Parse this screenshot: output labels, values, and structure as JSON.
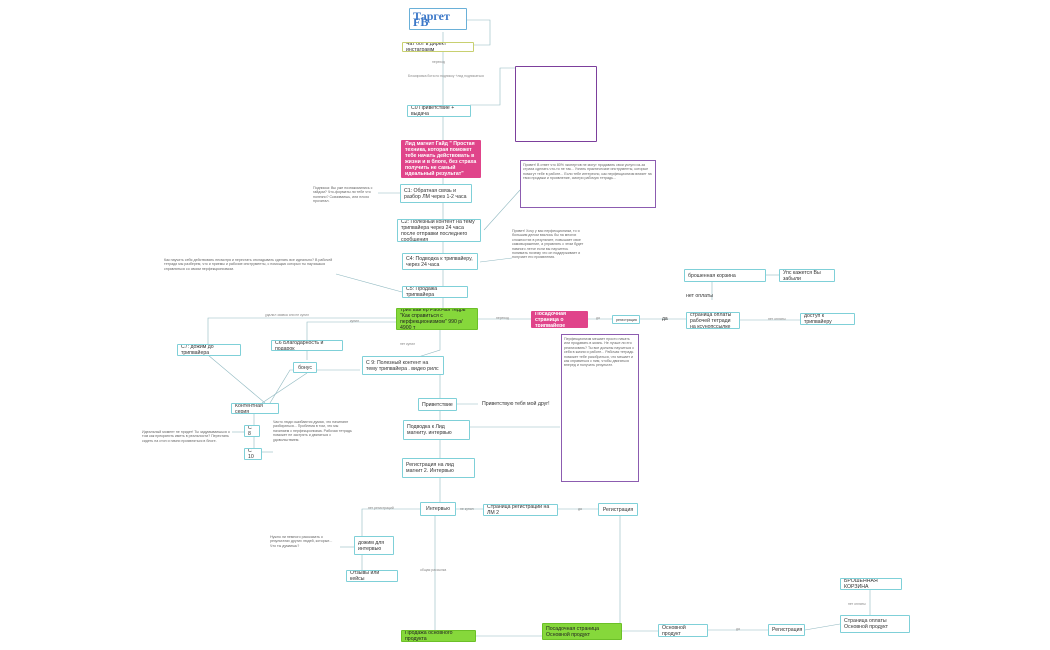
{
  "nodes": {
    "title": "Таргет FB",
    "chatbot": "Чат бот в директ инстаграмм",
    "c0": "С0 Приветствие + выдача",
    "leadmagnet": "Лид магнит Гайд \" Простая техника, которая поможет тебе начать действовать в жизни и в блоге, без страха получить не самый идеальный результат\"",
    "c1": "С1: Обратная связь и разбор ЛМ через 1-2 часа",
    "c2": "С2: Полезный контент на тему трипвайера через 24 часа после отправки последнего сообщения",
    "c4": "С4: Подводка к трипвайеру, через 24 часа",
    "c5": "С5: Продажа трипвайера",
    "tripwire": "Трип вай ер Рабочая тедрь \"Как справиться с перфекционизмом\" 990 р/ 4900 т",
    "tripwire_sales_page": "Посадочная страница о трипвайере",
    "payment_page": "страница оплаты рабочей тетради на ксунопссылке",
    "abandoned_cart": "брошенная корзина",
    "abandoned_msg": "Упс кажется Вы забыли",
    "no_payment": "нет оплаты",
    "access": "доступ к трипвайеру",
    "c7": "С7: дожим до трипвайера",
    "c6": "С6 Благодарность и подарок",
    "bonus": "бонус",
    "c9": "С 9: Полезный контент на тему трипвайера . видео рилс",
    "content_series": "Контентная серия",
    "c8": "С 8",
    "c10": "С 10",
    "welcome": "Приветствие",
    "welcome_text": "Приветствую тебя мой друг!",
    "lead_intro": "Подводка к Лид магниту. интервью",
    "reg_intro": "Регистрация на лид магнит 2. Интервью",
    "interview": "Интервью",
    "reg_page_lm2": "Страница регистрации на ЛМ 2",
    "registration": "Регистрация",
    "push_to_interview": "дожим для интервью",
    "reels": "Отзывы или кейсы",
    "main_sale": "Продажа основного продукта",
    "main_landing": "Посадочная страница Основной продукт",
    "main_product": "Основной продукт",
    "registration2": "Регистрация",
    "payment_main": "Страница оплаты Основной продукт",
    "abandoned_cart2": "БРОШЕННАЯ КОРЗИНА"
  },
  "edge_labels": {
    "e1": "переход",
    "e2": "Блокировка бота по подписку +лид\nподписаться",
    "e3": "да",
    "e4": "регистрация",
    "e5": "да",
    "e6": "купил",
    "e7": "удалил заявка или не купил",
    "e8": "нет купил",
    "e9": "нет регистраций",
    "e10": "переход",
    "e11": "да",
    "e12": "не купил",
    "e13": "общая рассылка",
    "e14": "да",
    "e15": "нет оплаты"
  },
  "notes": {
    "n_c1": "Подписка: Вы уже познакомились с гайдом? Что-форматы ли тебе что полезно? Скачиваешь, или плохо прочитал.",
    "n_c2": "Привет! В ответ что 80% экспертов не могут продавать свои услуги из-за страха сделать что-то не так... Узнать практические инструменты, которые помогут тебе в работе... Если тебе интересно, как перфекционизм влияет на твои продажи и проявление, смотри рабочую тетрадь...",
    "n_c4": "Привет! Хочу у вас перфекционизм, то я большим делом взялось бы на многих сложностях в результате, повышает свое самовыражение, а управлять с этим будет намного легче если вы научитесь понимать почему что он поддерживает и получает его проявления.",
    "n_c5": "Как научить себя действовать несмотря и перестать откладывать сделать все идеально? В рабочей тетради мы разберем, что и приемы и рабочие инструменты, с помощью которых ты научишься справляться со своим перфекционизмом.",
    "n_side": "Перфекционизм мешает просто начать или продавать в жизнь. Не лучше ли его реализовать? Ты все должны научиться с себя в жизни и работе... Рабочая тетрадь поможет тебе разобраться, что мешает и как справиться с ним, чтобы двигаться вперед и получать результат.",
    "n_c8": "Идеальный момент не придет! Ты задумываешься о том как прекратить иметь в реальности? Перестань сидеть на стоп и начни проявляться в блоге.",
    "n_c10": "Часто люди ошибаются думая, что начинают разбираться... Проблема в том, что мы начинаем с перфекционизма. Рабочая тетрадь поможет не застрять и двигаться с удовольствием.",
    "n_push": "Нужно ли немного рассказать о результатах других людей, которые... Что ты думаешь?"
  }
}
